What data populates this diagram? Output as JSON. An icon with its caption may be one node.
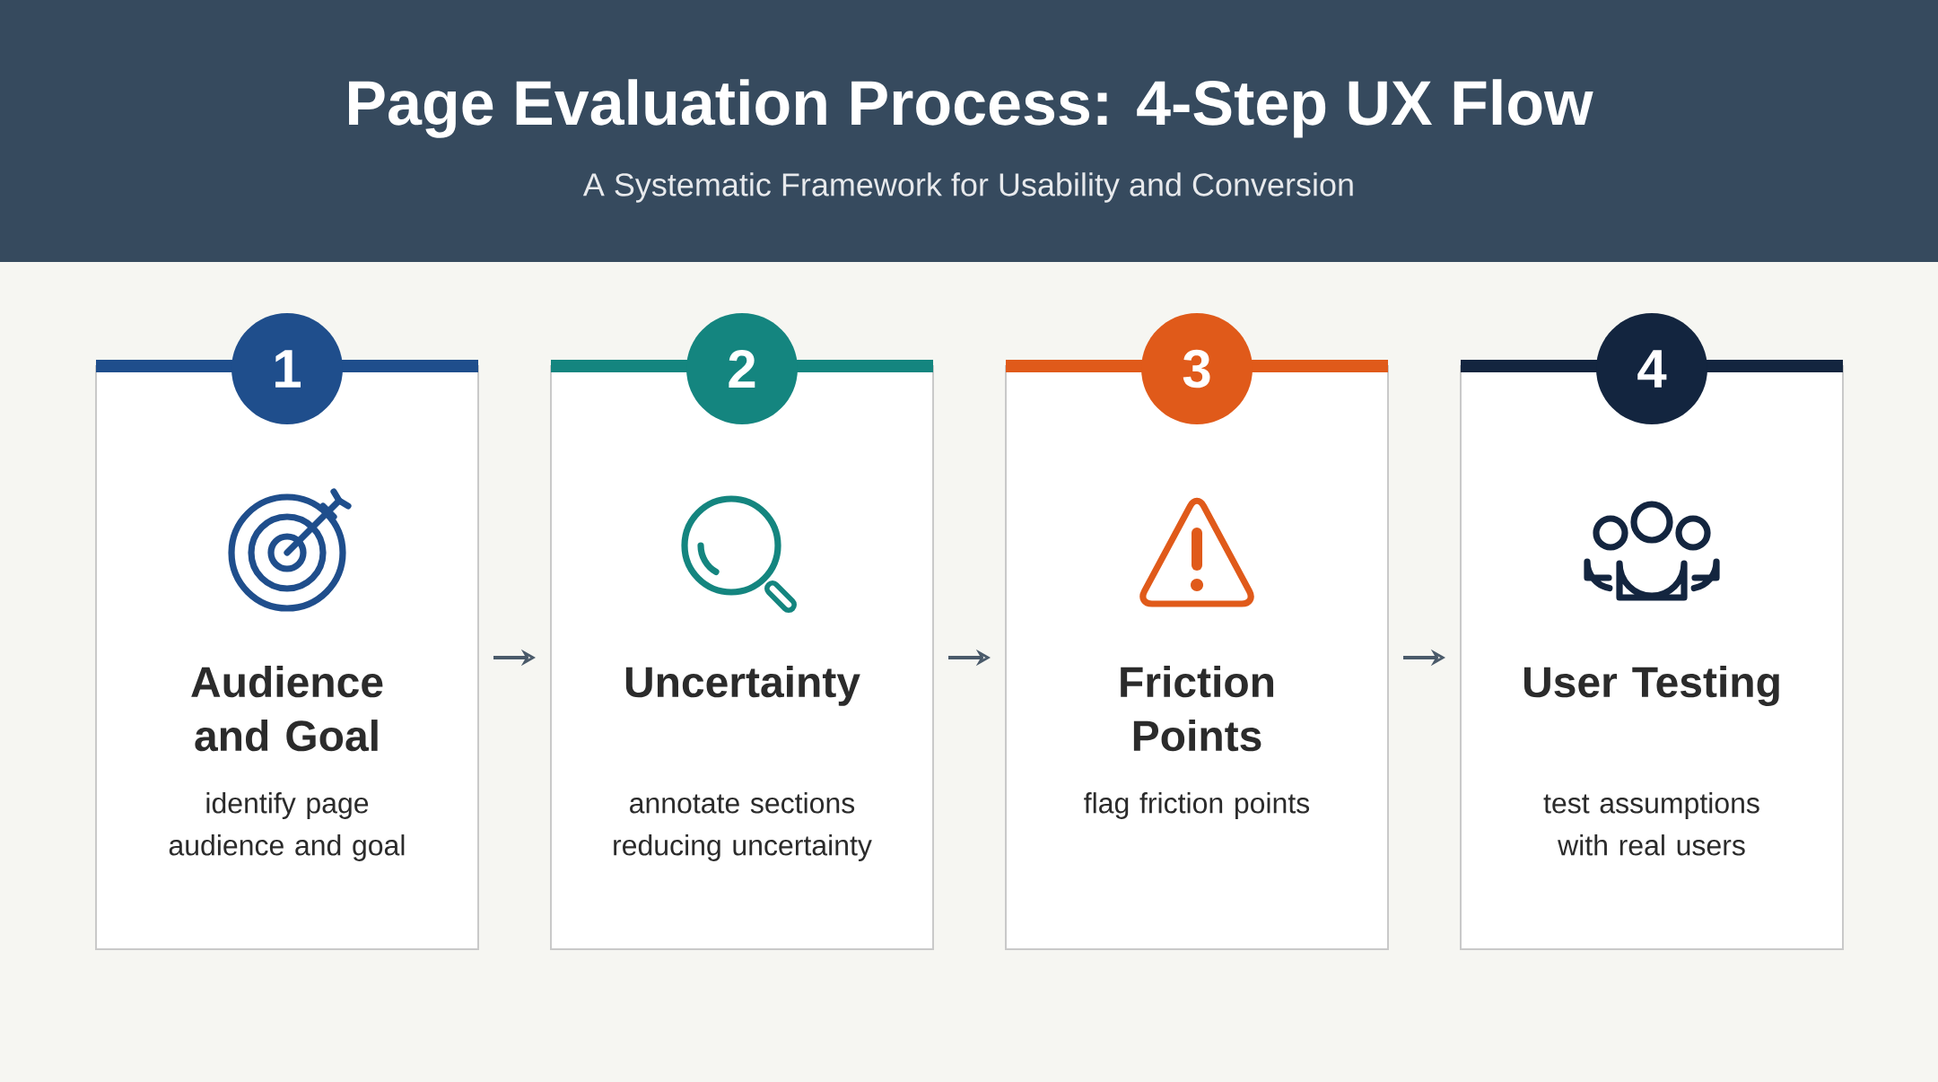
{
  "diagram": {
    "title": "Page Evaluation Process: 4-Step UX Flow",
    "nodes": [
      {
        "text": [
          "1"
        ]
      },
      {
        "text": [
          "Audience and Goal",
          "identify page audience and goal"
        ]
      },
      {
        "text": [
          "2"
        ]
      },
      {
        "text": [
          "Uncertainty",
          "annotate sections reducing uncertainty"
        ]
      },
      {
        "text": [
          "3"
        ]
      },
      {
        "text": [
          "Friction Points",
          "flag friction points"
        ]
      },
      {
        "text": [
          "4"
        ]
      },
      {
        "text": [
          "User Testing",
          "test assumptions with real users"
        ]
      }
    ],
    "edges": [
      {
        "from": 1,
        "to": 3,
        "arrow": "to"
      },
      {
        "from": 3,
        "to": 5,
        "arrow": "to"
      },
      {
        "from": 5,
        "to": 7,
        "arrow": "to"
      }
    ],
    "labels": [
      "A Systematic Framework for Usability and Conversion"
    ]
  }
}
